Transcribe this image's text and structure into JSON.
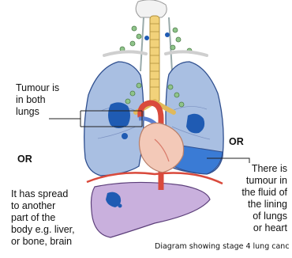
{
  "labels": {
    "both_lungs": [
      "Tumour is",
      "in both",
      "lungs"
    ],
    "spread": [
      "It has spread",
      "to another",
      "part of the",
      "body e.g. liver,",
      "or bone, brain"
    ],
    "fluid": [
      "There is",
      "tumour in",
      "the fluid of",
      "the lining",
      "of lungs",
      "or heart"
    ],
    "or_left": "OR",
    "or_right": "OR"
  },
  "caption": "Diagram showing stage 4 lung canc",
  "colors": {
    "lung_fill": "#a9bfe2",
    "lung_outline": "#2f4f8f",
    "tumour": "#1f5bb3",
    "heart": "#f3c9b8",
    "liver": "#c9b0dd",
    "lymph_node": "#8fc48a",
    "aorta": "#d94a3c",
    "trachea": "#f2d27a",
    "fluid_highlight": "#3a7bd5"
  }
}
